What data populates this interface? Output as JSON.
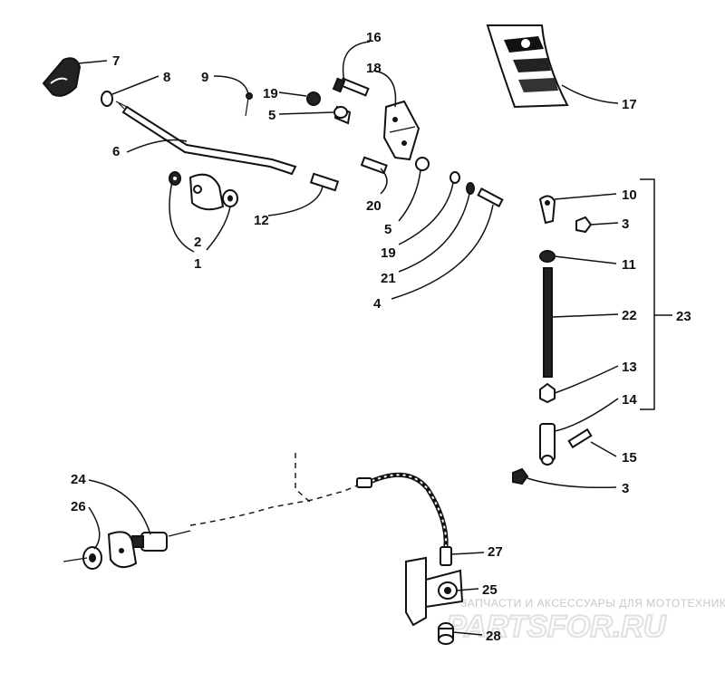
{
  "labels": [
    {
      "id": "7",
      "text": "7"
    },
    {
      "id": "8",
      "text": "8"
    },
    {
      "id": "9",
      "text": "9"
    },
    {
      "id": "19a",
      "text": "19"
    },
    {
      "id": "5a",
      "text": "5"
    },
    {
      "id": "16",
      "text": "16"
    },
    {
      "id": "18",
      "text": "18"
    },
    {
      "id": "17",
      "text": "17"
    },
    {
      "id": "6",
      "text": "6"
    },
    {
      "id": "10",
      "text": "10"
    },
    {
      "id": "3a",
      "text": "3"
    },
    {
      "id": "12",
      "text": "12"
    },
    {
      "id": "20",
      "text": "20"
    },
    {
      "id": "5b",
      "text": "5"
    },
    {
      "id": "19b",
      "text": "19"
    },
    {
      "id": "21",
      "text": "21"
    },
    {
      "id": "4",
      "text": "4"
    },
    {
      "id": "2",
      "text": "2"
    },
    {
      "id": "1",
      "text": "1"
    },
    {
      "id": "11",
      "text": "11"
    },
    {
      "id": "22",
      "text": "22"
    },
    {
      "id": "23",
      "text": "23"
    },
    {
      "id": "13",
      "text": "13"
    },
    {
      "id": "14",
      "text": "14"
    },
    {
      "id": "15",
      "text": "15"
    },
    {
      "id": "3b",
      "text": "3"
    },
    {
      "id": "24",
      "text": "24"
    },
    {
      "id": "26",
      "text": "26"
    },
    {
      "id": "27",
      "text": "27"
    },
    {
      "id": "25",
      "text": "25"
    },
    {
      "id": "28",
      "text": "28"
    }
  ],
  "watermark": {
    "text": "ЗАПЧАСТИ И АКСЕССУАРЫ ДЛЯ МОТОТЕХНИКИ",
    "logo": "PARTSFOR.RU"
  }
}
